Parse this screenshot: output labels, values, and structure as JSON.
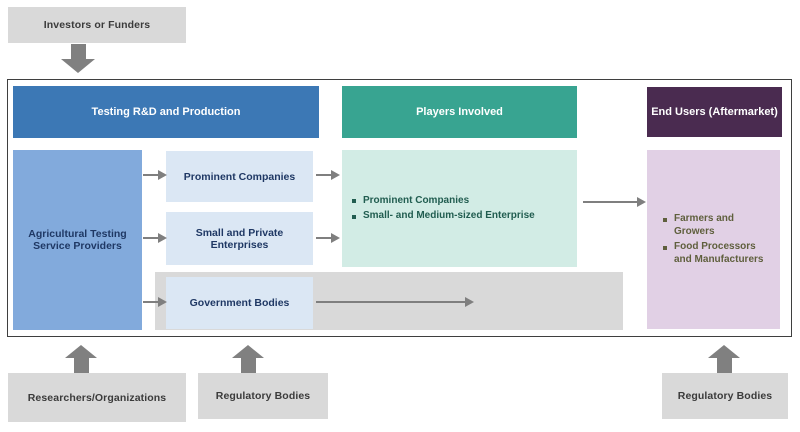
{
  "external": {
    "investors": "Investors or Funders",
    "researchers": "Researchers/Organizations",
    "regulatory_mid": "Regulatory Bodies",
    "regulatory_right": "Regulatory Bodies"
  },
  "sections": {
    "testing": {
      "header": "Testing R&D and Production",
      "provider": "Agricultural Testing Service Providers",
      "channels": [
        "Prominent Companies",
        "Small and Private Enterprises",
        "Government Bodies"
      ]
    },
    "players": {
      "header": "Players Involved",
      "bullets": [
        "Prominent Companies",
        "Small- and Medium-sized Enterprise"
      ]
    },
    "end_users": {
      "header": "End Users (Aftermarket)",
      "bullets": [
        "Farmers and Growers",
        "Food Processors and Manufacturers"
      ]
    }
  },
  "colors": {
    "gray_box": "#d9d9d9",
    "arrow_gray": "#7f7f7f",
    "blue_header": "#3c78b5",
    "teal_header": "#38a491",
    "purple_header": "#4a2b50",
    "provider_blue": "#82aadc",
    "light_blue": "#dbe7f4",
    "light_teal": "#d2ece5",
    "light_purple": "#e1d0e5",
    "navy_text": "#1f3864",
    "green_text": "#215d50",
    "olive_text": "#5f5f3d"
  }
}
